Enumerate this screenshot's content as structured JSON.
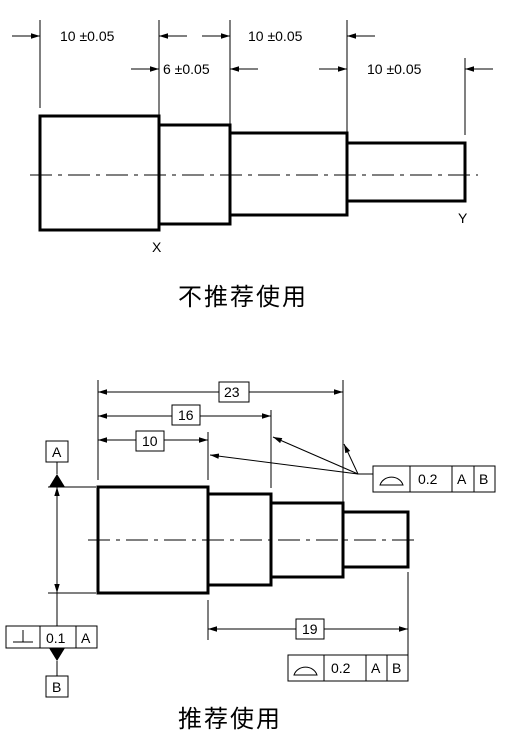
{
  "top_drawing": {
    "dims": [
      "10 ±0.05",
      "6 ±0.05",
      "10 ±0.05",
      "10 ±0.05"
    ],
    "point_x": "X",
    "point_y": "Y",
    "caption": "不推荐使用"
  },
  "bottom_drawing": {
    "dims": [
      "23",
      "16",
      "10",
      "19"
    ],
    "datum_a": "A",
    "datum_b": "B",
    "fcf_profile_top": {
      "tolerance": "0.2",
      "datum1": "A",
      "datum2": "B"
    },
    "fcf_profile_bottom": {
      "tolerance": "0.2",
      "datum1": "A",
      "datum2": "B"
    },
    "fcf_perpendicular": {
      "tolerance": "0.1",
      "datum": "A"
    },
    "caption": "推荐使用"
  }
}
